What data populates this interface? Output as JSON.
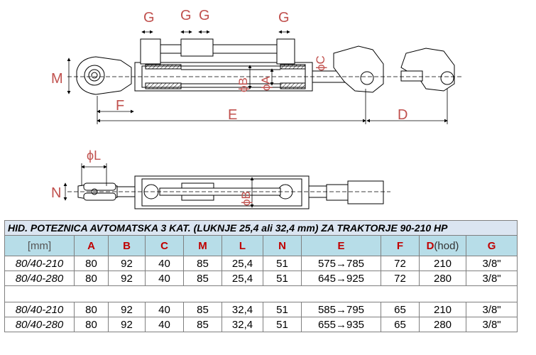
{
  "drawing_labels": {
    "g": "G",
    "m": "M",
    "f": "F",
    "e": "E",
    "d": "D",
    "b": "ϕB",
    "a": "ϕA",
    "c": "ϕC",
    "l": "ϕL",
    "n": "N"
  },
  "table": {
    "title": "HID. POTEZNICA AVTOMATSKA 3 KAT. (LUKNJE 25,4 ali 32,4 mm) ZA TRAKTORJE 90-210 HP",
    "headers": {
      "unit": "[mm]",
      "a": "A",
      "b": "B",
      "c": "C",
      "m": "M",
      "l": "L",
      "n": "N",
      "e": "E",
      "f": "F",
      "d": "D",
      "d_note": "(hod)",
      "g": "G"
    },
    "rows": [
      {
        "model": "80/40-210",
        "a": "80",
        "b": "92",
        "c": "40",
        "m": "85",
        "l": "25,4",
        "n": "51",
        "e": "575→785",
        "f": "72",
        "d": "210",
        "g": "3/8\""
      },
      {
        "model": "80/40-280",
        "a": "80",
        "b": "92",
        "c": "40",
        "m": "85",
        "l": "25,4",
        "n": "51",
        "e": "645→925",
        "f": "72",
        "d": "280",
        "g": "3/8\""
      },
      {
        "model": "80/40-210",
        "a": "80",
        "b": "92",
        "c": "40",
        "m": "85",
        "l": "32,4",
        "n": "51",
        "e": "585→795",
        "f": "65",
        "d": "210",
        "g": "3/8\""
      },
      {
        "model": "80/40-280",
        "a": "80",
        "b": "92",
        "c": "40",
        "m": "85",
        "l": "32,4",
        "n": "51",
        "e": "655→935",
        "f": "65",
        "d": "280",
        "g": "3/8\""
      }
    ]
  },
  "colors": {
    "dimension": "#c0504d",
    "header_bg": "#b7dde8",
    "title_bg": "#dbe5f1",
    "header_text": "#c00000"
  }
}
